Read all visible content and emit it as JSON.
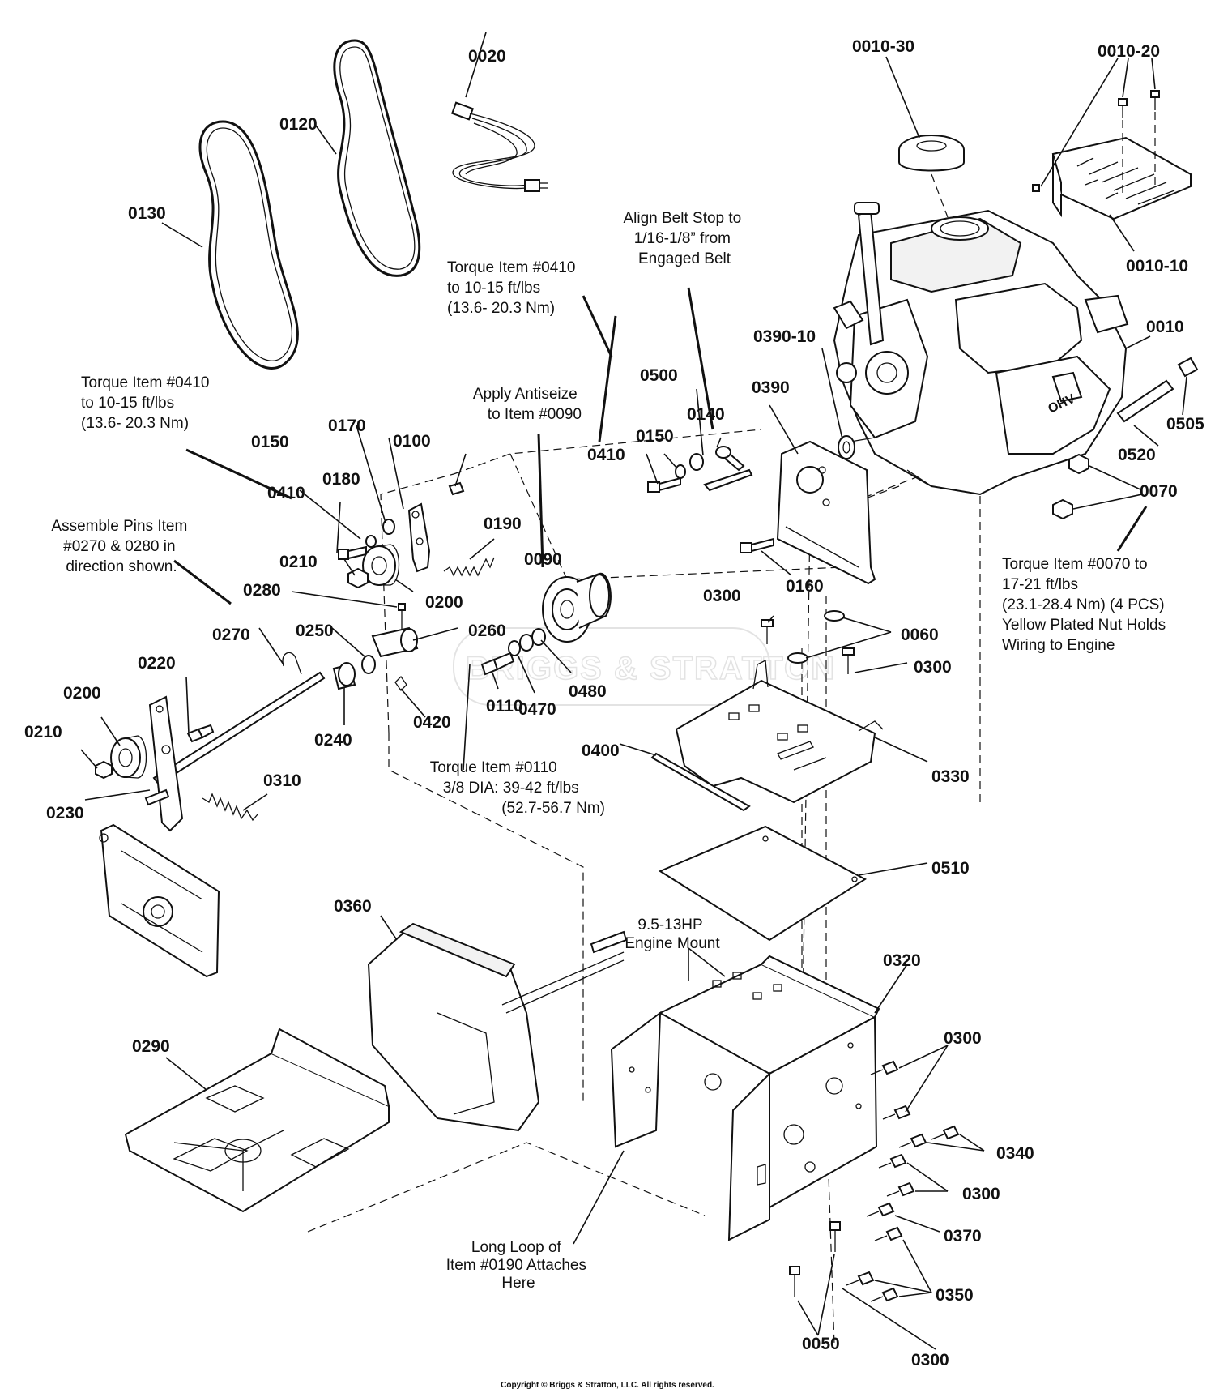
{
  "parts": {
    "p0010": "0010",
    "p0010_10": "0010-10",
    "p0010_20": "0010-20",
    "p0010_30": "0010-30",
    "p0020": "0020",
    "p0050": "0050",
    "p0060": "0060",
    "p0070": "0070",
    "p0090": "0090",
    "p0100": "0100",
    "p0110": "0110",
    "p0120": "0120",
    "p0130": "0130",
    "p0140": "0140",
    "p0150_a": "0150",
    "p0150_b": "0150",
    "p0160": "0160",
    "p0170": "0170",
    "p0180": "0180",
    "p0190": "0190",
    "p0200_a": "0200",
    "p0200_b": "0200",
    "p0210_a": "0210",
    "p0210_b": "0210",
    "p0220": "0220",
    "p0230": "0230",
    "p0240": "0240",
    "p0250": "0250",
    "p0260": "0260",
    "p0270": "0270",
    "p0280": "0280",
    "p0290": "0290",
    "p0300_a": "0300",
    "p0300_b": "0300",
    "p0300_c": "0300",
    "p0300_d": "0300",
    "p0300_e": "0300",
    "p0310": "0310",
    "p0320": "0320",
    "p0330": "0330",
    "p0340": "0340",
    "p0350": "0350",
    "p0360": "0360",
    "p0370": "0370",
    "p0390": "0390",
    "p0390_10": "0390-10",
    "p0400": "0400",
    "p0410_a": "0410",
    "p0410_b": "0410",
    "p0420": "0420",
    "p0470": "0470",
    "p0480": "0480",
    "p0500": "0500",
    "p0505": "0505",
    "p0510": "0510",
    "p0520": "0520"
  },
  "notes": {
    "torque_0410_left": [
      "Torque Item #0410",
      "to 10-15 ft/lbs",
      "(13.6- 20.3 Nm)"
    ],
    "torque_0410_mid": [
      "Torque Item #0410",
      "to 10-15 ft/lbs",
      "(13.6- 20.3 Nm)"
    ],
    "align_belt": [
      "Align Belt Stop to",
      "1/16-1/8” from",
      "Engaged Belt"
    ],
    "antiseize": [
      "Apply Antiseize",
      "to Item #0090"
    ],
    "assemble_pins": [
      "Assemble Pins Item",
      "#0270 & 0280 in",
      "direction shown."
    ],
    "torque_0110": [
      "Torque Item #0110",
      "3/8 DIA: 39-42 ft/lbs",
      "(52.7-56.7 Nm)"
    ],
    "torque_0070": [
      "Torque Item #0070 to",
      "17-21 ft/lbs",
      "(23.1-28.4 Nm) (4 PCS)",
      "Yellow Plated Nut Holds",
      "Wiring to Engine"
    ],
    "engine_mount": [
      "9.5-13HP",
      "Engine Mount"
    ],
    "long_loop": [
      "Long Loop of",
      "Item #0190 Attaches",
      "Here"
    ]
  },
  "engine_badge": "OHV",
  "watermark": "BRIGGS & STRATTON",
  "copyright": "Copyright © Briggs & Stratton, LLC. All rights reserved."
}
